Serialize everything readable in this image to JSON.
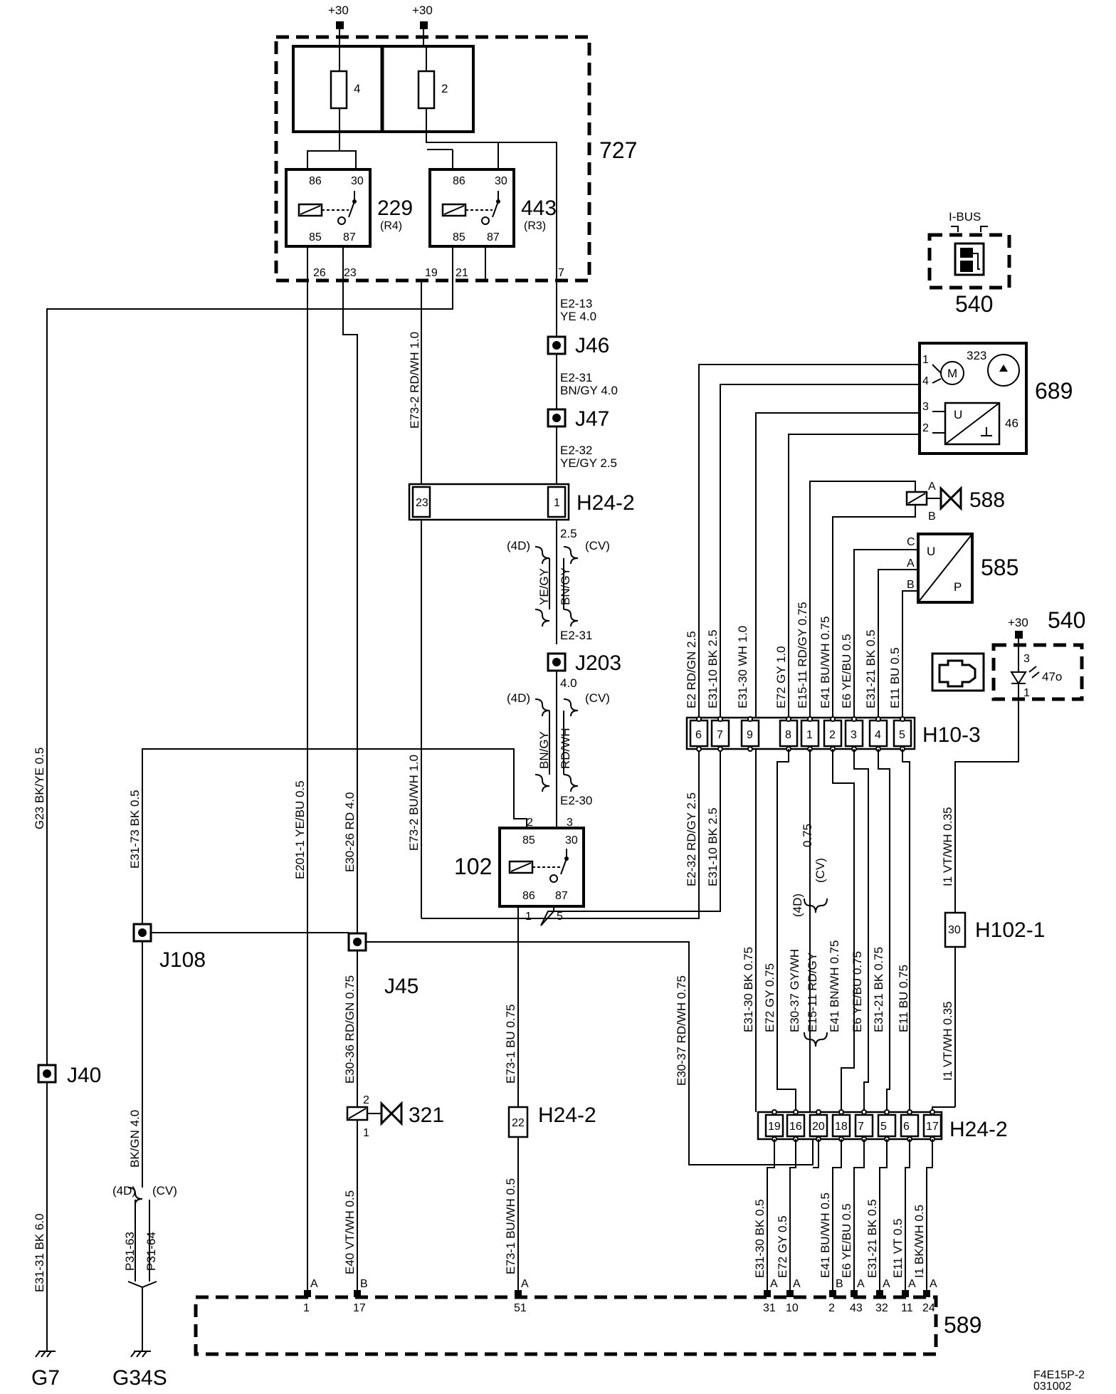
{
  "code": {
    "line1": "F4E15P-2",
    "line2": "031002"
  },
  "supply": {
    "a": "+30",
    "b": "+30",
    "c": "+30"
  },
  "fusebox": {
    "id": "727",
    "fuse_a": "4",
    "fuse_b": "2",
    "relay_a": {
      "id": "229",
      "sub": "(R4)",
      "p86": "86",
      "p30": "30",
      "p85": "85",
      "p87": "87"
    },
    "relay_b": {
      "id": "443",
      "sub": "(R3)",
      "p86": "86",
      "p30": "30",
      "p85": "85",
      "p87": "87"
    },
    "pins": [
      "26",
      "23",
      "19",
      "21",
      "7"
    ]
  },
  "ibus": {
    "label": "I-BUS",
    "id": "540"
  },
  "j": {
    "j46": "J46",
    "j47": "J47",
    "j203": "J203",
    "j108": "J108",
    "j45": "J45",
    "j40": "J40"
  },
  "conn": {
    "h24_2": "H24-2",
    "h10_3": "H10-3",
    "h102_1": "H102-1"
  },
  "wires": {
    "e2_13": "E2-13",
    "ye40": "YE  4.0",
    "e2_31": "E2-31",
    "bngy40": "BN/GY  4.0",
    "e2_32": "E2-32",
    "yegy25": "YE/GY  2.5",
    "v25": "2.5",
    "v40": "4.0",
    "d4": "(4D)",
    "cv": "(CV)",
    "yegy": "YE/GY",
    "bngy": "BN/GY",
    "rdwh": "RD/WH",
    "e2_31b": "E2-31",
    "e2_30": "E2-30",
    "e73_2a": "E73-2  RD/WH 1.0",
    "e73_2b": "E73-2 BU/WH 1.0",
    "g23": "G23 BK/YE 0.5",
    "e31_73": "E31-73 BK 0.5",
    "e201_1": "E201-1 YE/BU 0.5",
    "e30_26": "E30-26  RD 4.0",
    "e30_36": "E30-36 RD/GN 0.75",
    "e73_1": "E73-1 BU 0.75",
    "e73_1b": "E73-1  BU/WH 0.5",
    "e40": "E40  VT/WH  0.5",
    "bkgn": "BK/GN 4.0",
    "p31_63": "P31-63",
    "p31_64": "P31-64",
    "e31_31": "E31-31 BK 6.0",
    "e2_32b": "E2-32  RD/GY 2.5",
    "e31_10b": "E31-10 BK  2.5",
    "e30_37": "E30-37  RD/WH 0.75",
    "h10_top": [
      "E2  RD/GN 2.5",
      "E31-10  BK  2.5",
      "E31-30  WH  1.0",
      "E72  GY  1.0",
      "E15-11  RD/GY  0.75",
      "E41  BU/WH  0.75",
      "E6  YE/BU  0.5",
      "E31-21  BK  0.5",
      "E11  BU  0.5"
    ],
    "h10_bot": [
      "E31-30  BK  0.75",
      "E72  GY  0.75",
      "E30-37  GY/WH",
      "E15-11  RD/GY",
      "E41  BN/WH  0.75",
      "E6  YE/BU  0.75",
      "E31-21  BK  0.75",
      "E11  BU  0.75"
    ],
    "mid_075": "0.75",
    "i1_top": "I1  VT/WH  0.35",
    "i1_bot": "I1  VT/WH  0.35",
    "h24_bot": [
      "E31-30  BK  0.5",
      "E72  GY  0.5",
      "E41  BU/WH  0.5",
      "E6  YE/BU  0.5",
      "E31-21  BK  0.5",
      "E11  VT  0.5",
      "I1  BK/WH  0.5"
    ]
  },
  "h24_2_top": {
    "p23": "23",
    "p1": "1"
  },
  "h10_3_pins": [
    "6",
    "7",
    "9",
    "8",
    "1",
    "2",
    "3",
    "4",
    "5"
  ],
  "h24_2_bot_pins": [
    "19",
    "16",
    "20",
    "18",
    "7",
    "5",
    "6",
    "17"
  ],
  "relay102": {
    "id": "102",
    "p2": "2",
    "p3": "3",
    "p85": "85",
    "p30": "30",
    "p86": "86",
    "p87": "87",
    "p1": "1",
    "p5": "5"
  },
  "h24_22": "22",
  "h102_pin": "30",
  "sol321": {
    "id": "321",
    "p2": "2",
    "p1": "1"
  },
  "c689": {
    "id": "689",
    "sub1": "323",
    "sub2": "46",
    "m": "M",
    "u": "U",
    "pins": [
      "1",
      "4",
      "3",
      "2"
    ]
  },
  "v588": {
    "id": "588",
    "a": "A",
    "b": "B"
  },
  "c585": {
    "id": "585",
    "u": "U",
    "p": "P",
    "pins": [
      "C",
      "A",
      "B"
    ]
  },
  "lamp540": {
    "id": "540",
    "sub": "47o",
    "p3": "3",
    "p1": "1"
  },
  "ecu589": {
    "id": "589",
    "pins": [
      [
        "A",
        "1"
      ],
      [
        "B",
        "17"
      ],
      [
        "A",
        "51"
      ],
      [
        "A",
        "31"
      ],
      [
        "A",
        "10"
      ],
      [
        "B",
        "2"
      ],
      [
        "A",
        "43"
      ],
      [
        "A",
        "32"
      ],
      [
        "A",
        "11"
      ],
      [
        "A",
        "24"
      ]
    ]
  },
  "grounds": {
    "g7": "G7",
    "g34s": "G34S"
  }
}
